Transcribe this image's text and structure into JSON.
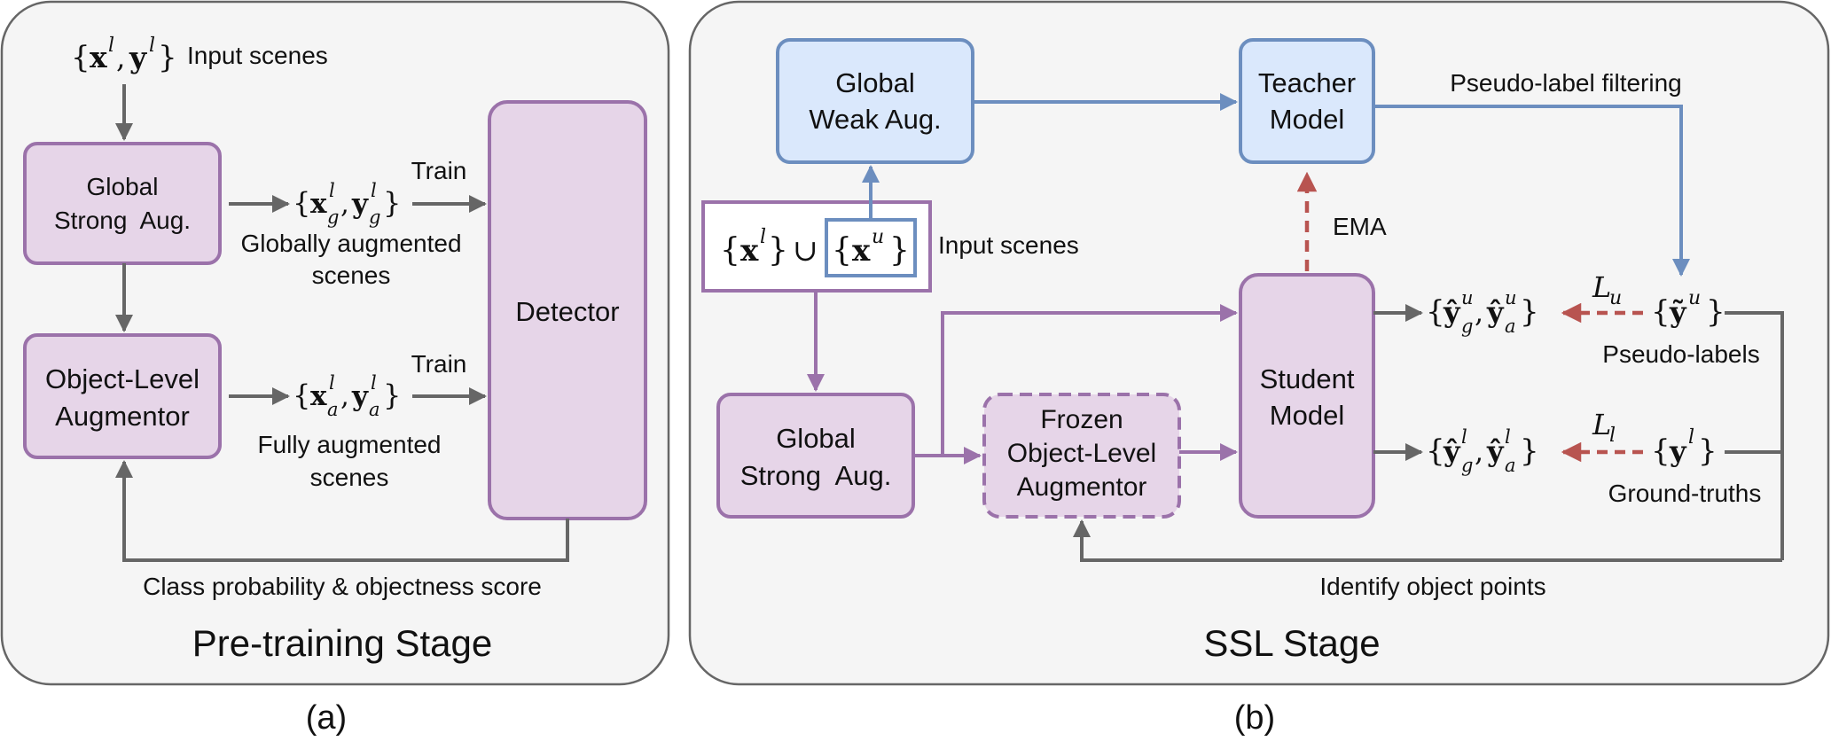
{
  "panel_a": {
    "stage_title": "Pre-training Stage",
    "caption": "(a)",
    "input_label": "Input scenes",
    "global_strong_aug": {
      "line1": "Global",
      "line2": "Strong  Aug."
    },
    "object_level_augmentor": {
      "line1": "Object-Level",
      "line2": "Augmentor"
    },
    "detector": "Detector",
    "train_top": "Train",
    "train_bottom": "Train",
    "globally_augmented": {
      "line1": "Globally augmented",
      "line2": "scenes"
    },
    "fully_augmented": {
      "line1": "Fully augmented",
      "line2": "scenes"
    },
    "feedback_label": "Class probability & objectness score"
  },
  "panel_b": {
    "stage_title": "SSL Stage",
    "caption": "(b)",
    "global_weak_aug": {
      "line1": "Global",
      "line2": "Weak Aug."
    },
    "teacher_model": {
      "line1": "Teacher",
      "line2": "Model"
    },
    "student_model": {
      "line1": "Student",
      "line2": "Model"
    },
    "global_strong_aug": {
      "line1": "Global",
      "line2": "Strong  Aug."
    },
    "frozen_augmentor": {
      "line1": "Frozen",
      "line2": "Object-Level",
      "line3": "Augmentor"
    },
    "input_label": "Input scenes",
    "pseudo_label_filtering": "Pseudo-label filtering",
    "ema": "EMA",
    "pseudo_labels": "Pseudo-labels",
    "ground_truths": "Ground-truths",
    "identify_object_points": "Identify object points",
    "loss_u": {
      "main": "L",
      "sub": "u"
    },
    "loss_l": {
      "main": "L",
      "sub": "l"
    }
  },
  "colors": {
    "purple_stroke": "#9b72aa",
    "purple_fill": "#e6d5e8",
    "blue_stroke": "#6c8ebf",
    "blue_fill": "#dae8fc",
    "gray_arrow": "#666666",
    "red_dashed": "#b85450",
    "panel_fill": "#f5f5f5",
    "panel_stroke": "#666666"
  }
}
